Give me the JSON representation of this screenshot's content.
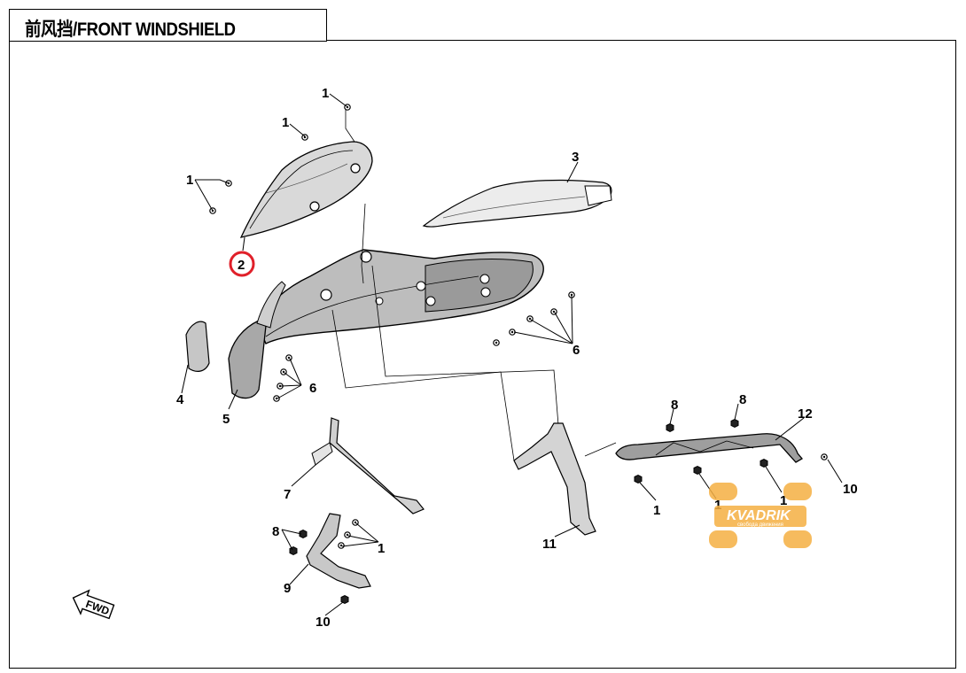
{
  "title": "前风挡/FRONT WINDSHIELD",
  "fwd_label": "FWD",
  "watermark": {
    "brand": "KVADRIK",
    "tagline": "свобода движения",
    "color": "#f5b043"
  },
  "highlight": {
    "part": "2",
    "color": "#e0202a"
  },
  "callouts": [
    {
      "id": "c1a",
      "label": "1"
    },
    {
      "id": "c1b",
      "label": "1"
    },
    {
      "id": "c1c",
      "label": "1"
    },
    {
      "id": "c2",
      "label": "2"
    },
    {
      "id": "c3",
      "label": "3"
    },
    {
      "id": "c4",
      "label": "4"
    },
    {
      "id": "c5",
      "label": "5"
    },
    {
      "id": "c6a",
      "label": "6"
    },
    {
      "id": "c6b",
      "label": "6"
    },
    {
      "id": "c7",
      "label": "7"
    },
    {
      "id": "c8a",
      "label": "8"
    },
    {
      "id": "c8b",
      "label": "8"
    },
    {
      "id": "c8c",
      "label": "8"
    },
    {
      "id": "c9",
      "label": "9"
    },
    {
      "id": "c10a",
      "label": "10"
    },
    {
      "id": "c10b",
      "label": "10"
    },
    {
      "id": "c11",
      "label": "11"
    },
    {
      "id": "c12",
      "label": "12"
    },
    {
      "id": "c1d",
      "label": "1"
    },
    {
      "id": "c1e",
      "label": "1"
    },
    {
      "id": "c1f",
      "label": "1"
    },
    {
      "id": "c1g",
      "label": "1"
    }
  ]
}
